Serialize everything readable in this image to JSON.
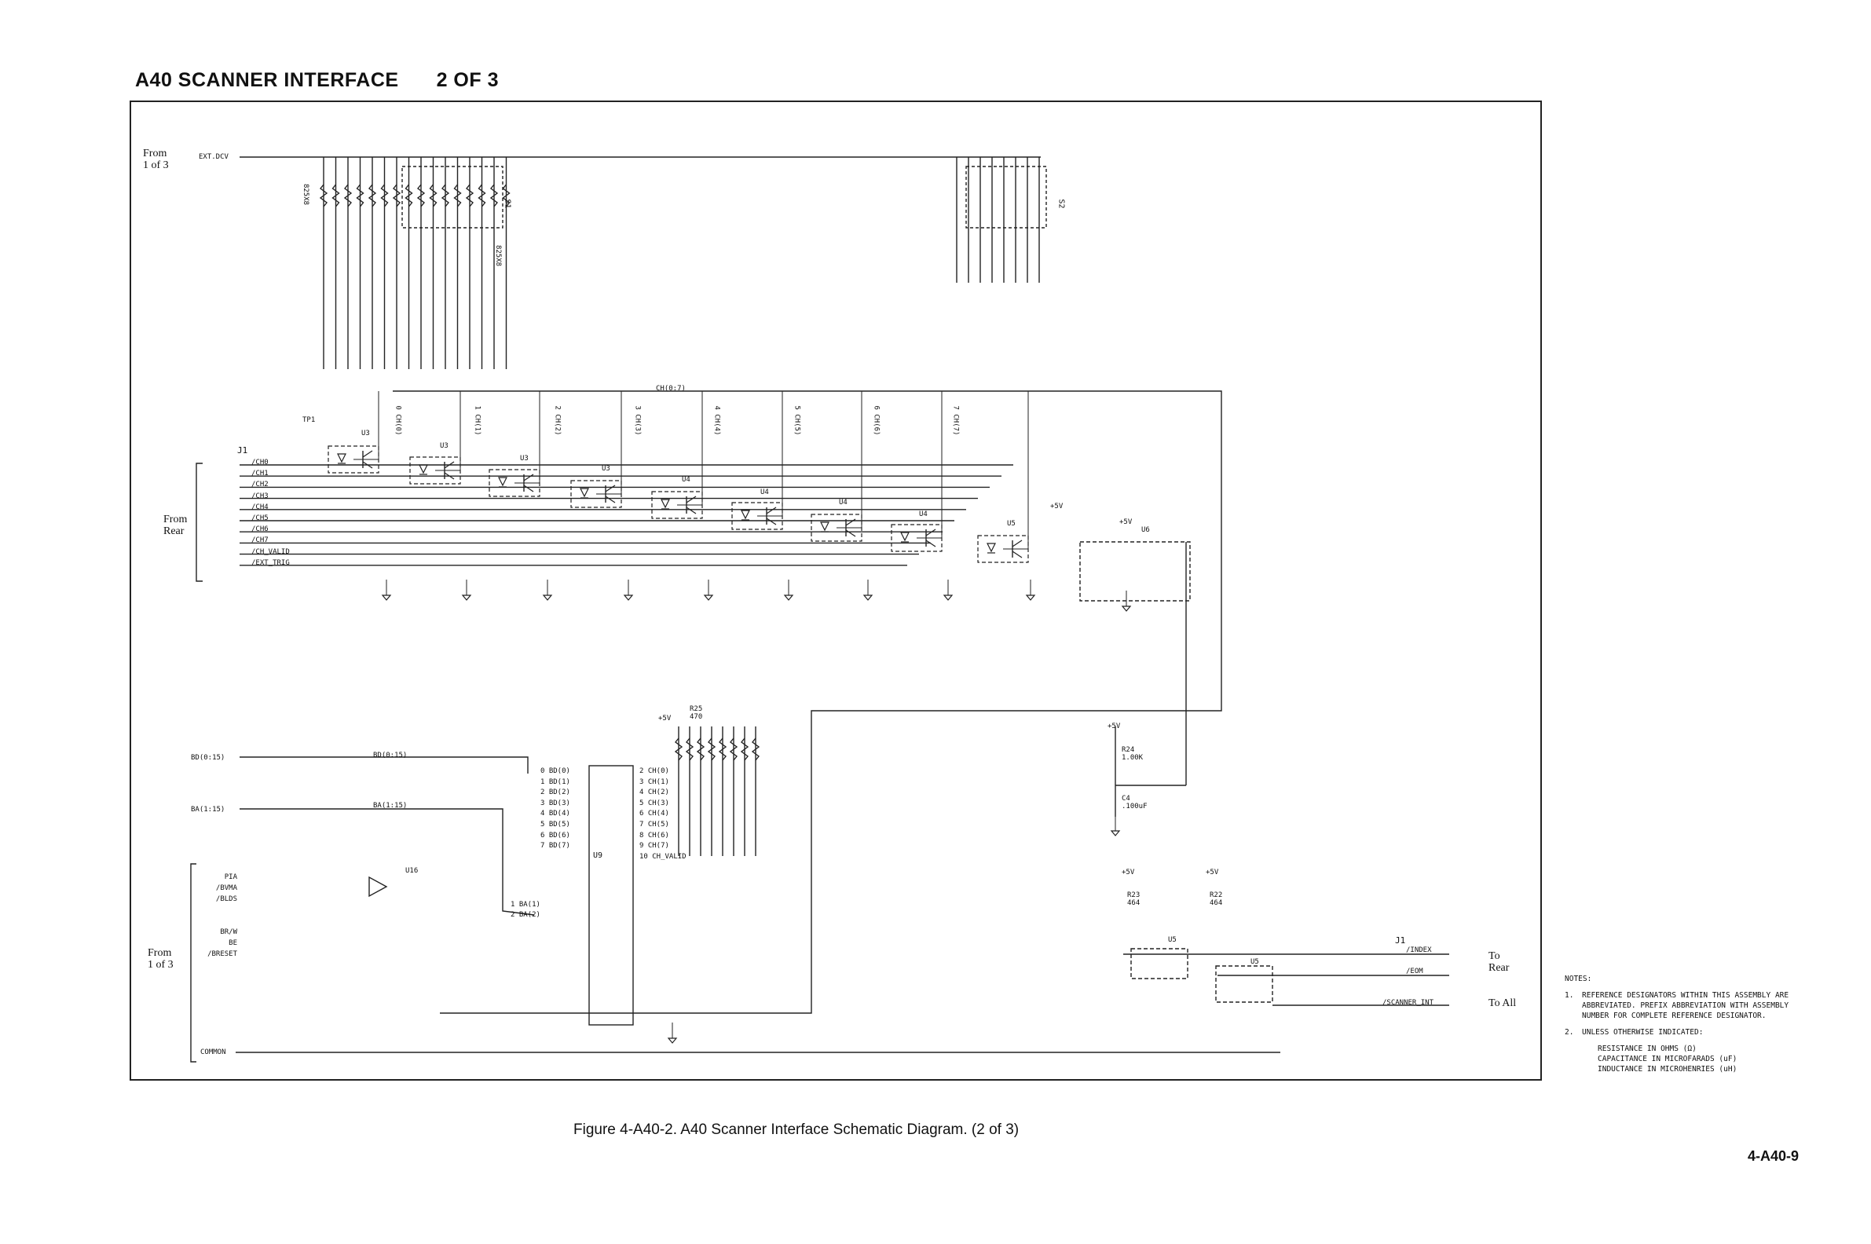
{
  "header": {
    "title": "A40 SCANNER INTERFACE",
    "page": "2 OF 3"
  },
  "caption": "Figure 4-A40-2. A40 Scanner Interface Schematic Diagram. (2 of 3)",
  "page_number": "4-A40-9",
  "offpage": {
    "from_1of3_top": [
      "From",
      "1 of 3"
    ],
    "from_rear": [
      "From",
      "Rear"
    ],
    "from_1of3_bottom": [
      "From",
      "1 of 3"
    ],
    "to_rear": [
      "To",
      "Rear"
    ],
    "to_all": "To All"
  },
  "nets": {
    "ext_dcv": "EXT.DCV",
    "bd": "BD(0:15)",
    "ba": "BA(1:15)",
    "ch_bus": "CH(0:7)",
    "ctrl_inputs": [
      "PIA",
      "/BVMA",
      "/BLDS"
    ],
    "ctrl_inputs2": [
      "BR/W",
      "BE",
      "/BRESET"
    ],
    "common": "COMMON",
    "plus5v": "+5V",
    "outputs": [
      "/INDEX",
      "/EOM",
      "/SCANNER_INT"
    ]
  },
  "connector_j1_top": {
    "ref": "J1",
    "signals": [
      "/CH0",
      "/CH1",
      "/CH2",
      "/CH3",
      "/CH4",
      "/CH5",
      "/CH6",
      "/CH7",
      "/CH_VALID",
      "/EXT_TRIG"
    ]
  },
  "connector_j1_bottom": {
    "ref": "J1"
  },
  "components": {
    "switches": [
      "S1",
      "S2"
    ],
    "resistor_pack": "825X8",
    "tp": "TP1",
    "optos": [
      "U3",
      "U3",
      "U3",
      "U3",
      "U4",
      "U4",
      "U4",
      "U4",
      "U5",
      "U6",
      "U5",
      "U5"
    ],
    "pio": "U9",
    "buffer": "U16",
    "r25": [
      "R25",
      "470"
    ],
    "r24": [
      "R24",
      "1.00K"
    ],
    "c4": [
      "C4",
      ".100uF"
    ],
    "r23": [
      "R23",
      "464"
    ],
    "r22": [
      "R22",
      "464"
    ]
  },
  "channel_taps": [
    "0 CH(0)",
    "1 CH(1)",
    "2 CH(2)",
    "3 CH(3)",
    "4 CH(4)",
    "5 CH(5)",
    "6 CH(6)",
    "7 CH(7)"
  ],
  "u9_left": [
    "0 BD(0)",
    "1 BD(1)",
    "2 BD(2)",
    "3 BD(3)",
    "4 BD(4)",
    "5 BD(5)",
    "6 BD(6)",
    "7 BD(7)"
  ],
  "u9_right": [
    "2 CH(0)",
    "3 CH(1)",
    "4 CH(2)",
    "5 CH(3)",
    "6 CH(4)",
    "7 CH(5)",
    "8 CH(6)",
    "9 CH(7)",
    "10 CH_VALID"
  ],
  "u9_ba": [
    "1  BA(1)",
    "2  BA(2)"
  ],
  "notes": {
    "heading": "NOTES:",
    "items": [
      {
        "num": "1.",
        "text": "REFERENCE DESIGNATORS WITHIN THIS ASSEMBLY ARE ABBREVIATED.  PREFIX ABBREVIATION WITH ASSEMBLY NUMBER FOR COMPLETE REFERENCE DESIGNATOR."
      },
      {
        "num": "2.",
        "text": "UNLESS OTHERWISE INDICATED:"
      }
    ],
    "units": [
      "RESISTANCE IN OHMS (Ω)",
      "CAPACITANCE IN MICROFARADS (uF)",
      "INDUCTANCE IN MICROHENRIES (uH)"
    ]
  }
}
